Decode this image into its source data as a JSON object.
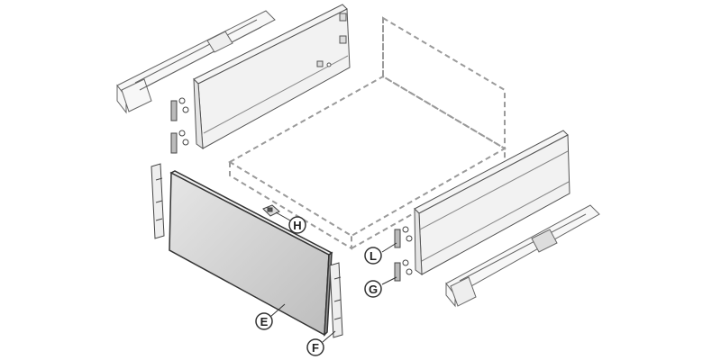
{
  "callouts": {
    "E": "E",
    "F": "F",
    "G": "G",
    "H": "H",
    "L": "L"
  },
  "colors": {
    "line": "#555555",
    "panel_fill": "#f2f2f2",
    "front_fill": "#cfcfcf",
    "dashed": "#9a9a9a",
    "callout_stroke": "#333333"
  }
}
